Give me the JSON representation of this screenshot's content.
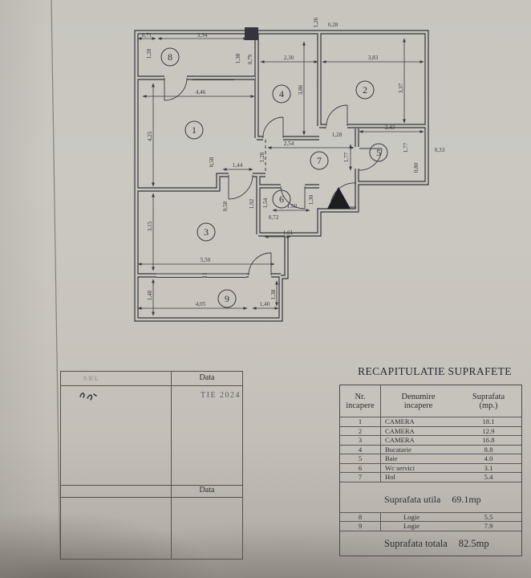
{
  "plan": {
    "rooms": [
      "1",
      "2",
      "3",
      "4",
      "5",
      "6",
      "7",
      "8",
      "9"
    ],
    "dims": [
      "0,71",
      "3,34",
      "1,26",
      "0,28",
      "1,28",
      "1,38",
      "0,79",
      "2,30",
      "3,83",
      "3,86",
      "3,37",
      "4,46",
      "4,25",
      "1,28",
      "2,43",
      "1,77",
      "1,77",
      "0,33",
      "0,80",
      "2,54",
      "1,28",
      "0,58",
      "1,44",
      "1,92",
      "1,54",
      "0,58",
      "1,60",
      "1,30",
      "0,72",
      "1,01",
      "3,15",
      "5,50",
      "1,48",
      "4,05",
      "1,40",
      "1,38"
    ]
  },
  "title_block": {
    "company": "SRL",
    "header_label": "Data",
    "date_value": "TIE  2024",
    "row_label": "Data"
  },
  "recap": {
    "title": "RECAPITULATIE SUPRAFETE",
    "col_nr_1": "Nr.",
    "col_nr_2": "incapere",
    "col_den_1": "Denumire",
    "col_den_2": "incapere",
    "col_sup_1": "Suprafata",
    "col_sup_2": "(mp.)",
    "rows": [
      {
        "nr": "1",
        "den": "CAMERA",
        "sup": "18.1"
      },
      {
        "nr": "2",
        "den": "CAMERA",
        "sup": "12.9"
      },
      {
        "nr": "3",
        "den": "CAMERA",
        "sup": "16.8"
      },
      {
        "nr": "4",
        "den": "Bucatarie",
        "sup": "8.8"
      },
      {
        "nr": "5",
        "den": "Baie",
        "sup": "4.0"
      },
      {
        "nr": "6",
        "den": "Wc servici",
        "sup": "3.1"
      },
      {
        "nr": "7",
        "den": "Hol",
        "sup": "5.4"
      }
    ],
    "utila_label": "Suprafata  utila",
    "utila_value": "69.1mp",
    "logii": [
      {
        "nr": "8",
        "den": "Logie",
        "sup": "5.5"
      },
      {
        "nr": "9",
        "den": "Logie",
        "sup": "7.9"
      }
    ],
    "totala_label": "Suprafata  totala",
    "totala_value": "82.5mp"
  },
  "colors": {
    "paper": "#c9c6bf",
    "ink": "#2e2d33",
    "plan_line": "#3b3a40"
  }
}
